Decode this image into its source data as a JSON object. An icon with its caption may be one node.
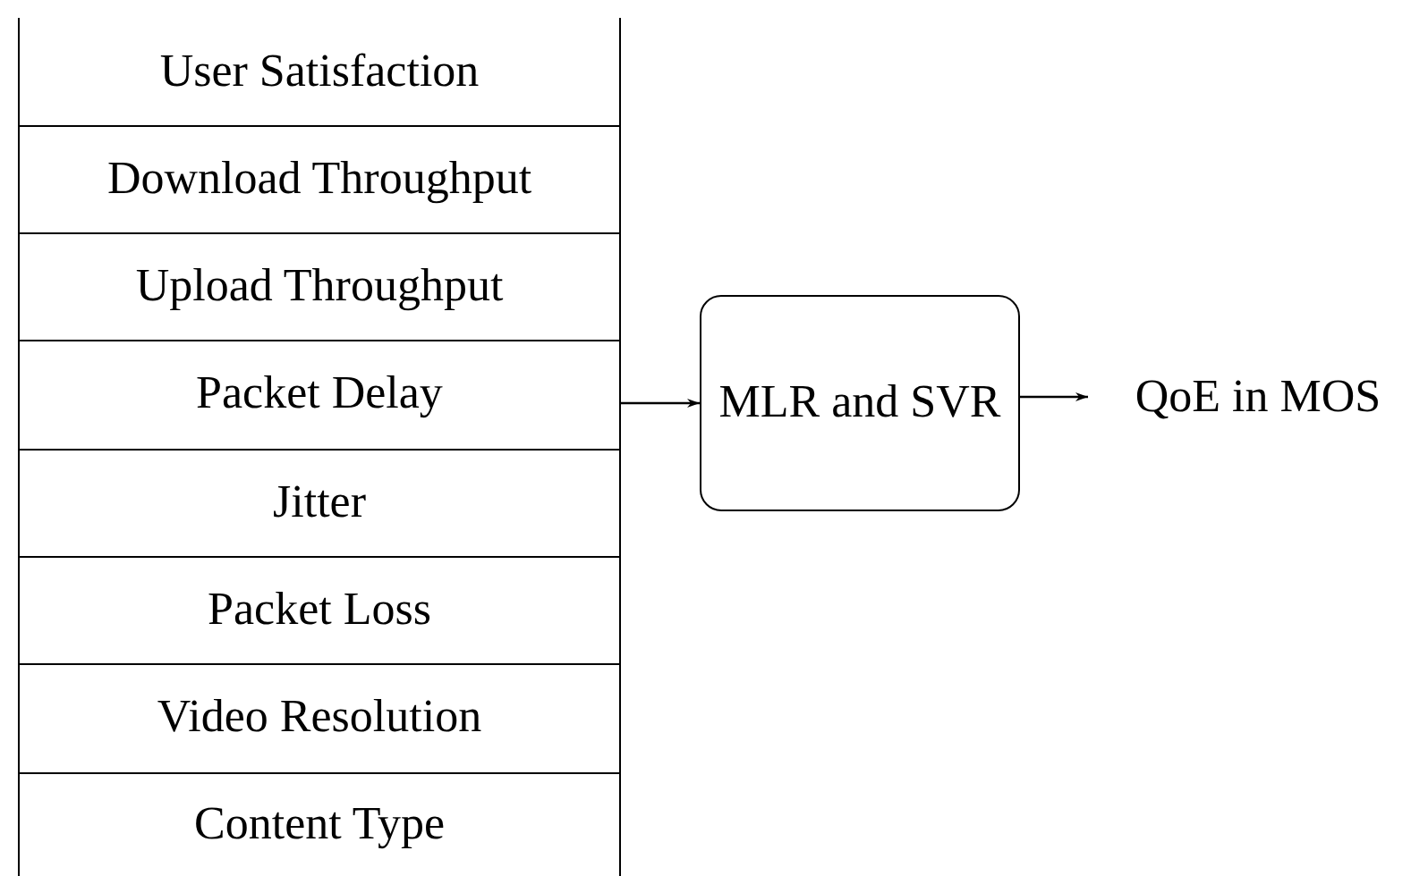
{
  "diagram": {
    "nodes": [
      {
        "text": [
          "User Satisfaction"
        ]
      },
      {
        "text": [
          "Download Throughput"
        ]
      },
      {
        "text": [
          "Upload Throughput"
        ]
      },
      {
        "text": [
          "Packet Delay"
        ]
      },
      {
        "text": [
          "Jitter"
        ]
      },
      {
        "text": [
          "Packet Loss"
        ]
      },
      {
        "text": [
          "Video Resolution"
        ]
      },
      {
        "text": [
          "Content Type"
        ]
      },
      {
        "text": [
          "MLR and SVR"
        ]
      },
      {
        "text": [
          "QoE in MOS"
        ]
      }
    ],
    "edges": [
      {
        "from": 3,
        "to": 8,
        "arrow": "to"
      },
      {
        "from": 8,
        "to": 9,
        "arrow": "to"
      }
    ]
  }
}
